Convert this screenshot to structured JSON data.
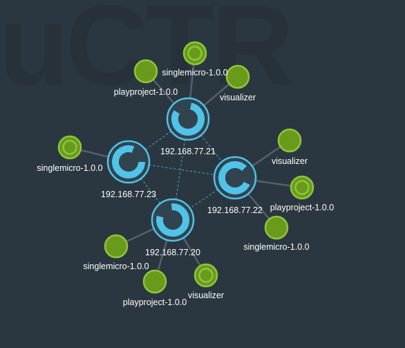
{
  "watermark": "uCTR",
  "colors": {
    "background": "#2b3740",
    "host_fill": "#324350",
    "host_ring": "#4fc3e8",
    "service_fill": "#6a9a1a",
    "service_ring": "#8cc63e",
    "link": "#56606a",
    "peer_link": "#4fc3e8"
  },
  "hosts": [
    {
      "id": "h21",
      "label": "192.168.77.21"
    },
    {
      "id": "h23",
      "label": "192.168.77.23"
    },
    {
      "id": "h22",
      "label": "192.168.77.22"
    },
    {
      "id": "h20",
      "label": "192.168.77.20"
    }
  ],
  "services": [
    {
      "id": "s21a",
      "host": "h21",
      "label": "singlemicro-1.0.0",
      "selected": true
    },
    {
      "id": "s21b",
      "host": "h21",
      "label": "playproject-1.0.0",
      "selected": false
    },
    {
      "id": "s21c",
      "host": "h21",
      "label": "visualizer",
      "selected": false
    },
    {
      "id": "s23a",
      "host": "h23",
      "label": "singlemicro-1.0.0",
      "selected": true
    },
    {
      "id": "s22a",
      "host": "h22",
      "label": "visualizer",
      "selected": false
    },
    {
      "id": "s22b",
      "host": "h22",
      "label": "playproject-1.0.0",
      "selected": true
    },
    {
      "id": "s22c",
      "host": "h22",
      "label": "singlemicro-1.0.0",
      "selected": false
    },
    {
      "id": "s20a",
      "host": "h20",
      "label": "singlemicro-1.0.0",
      "selected": false
    },
    {
      "id": "s20b",
      "host": "h20",
      "label": "playproject-1.0.0",
      "selected": false
    },
    {
      "id": "s20c",
      "host": "h20",
      "label": "visualizer",
      "selected": true
    }
  ],
  "peer_links": [
    [
      "h21",
      "h23"
    ],
    [
      "h21",
      "h22"
    ],
    [
      "h21",
      "h20"
    ],
    [
      "h23",
      "h22"
    ],
    [
      "h23",
      "h20"
    ],
    [
      "h22",
      "h20"
    ]
  ]
}
